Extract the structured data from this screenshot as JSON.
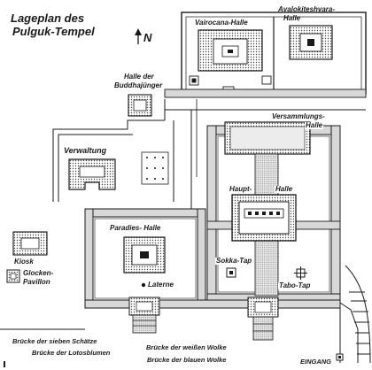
{
  "title": [
    "Lageplan des",
    "Pulguk-Tempel"
  ],
  "north": "N",
  "labels": {
    "vairocana": "Vairocana-Halle",
    "avalokiteshvara": [
      "Avalokiteshvara-",
      "Halle"
    ],
    "buddhajuenger": [
      "Halle der",
      "Buddhajünger"
    ],
    "versammlung": [
      "Versammlungs-",
      "Halle"
    ],
    "verwaltung": "Verwaltung",
    "haupthalle": [
      "Haupt-",
      "Halle"
    ],
    "paradies": "Paradies- Halle",
    "kiosk": "Kiosk",
    "glocken": [
      "Glocken-",
      "Pavillon"
    ],
    "laterne": "Laterne",
    "sokka": "Sokka-Tap",
    "tabo": "Tabo-Tap",
    "schaetze": "Brücke der sieben Schätze",
    "lotus": "Brücke der Lotosblumen",
    "weisse": "Brücke der weißen Wolke",
    "blaue": "Brücke der blauen Wolke",
    "eingang": "EINGANG"
  },
  "colors": {
    "ink": "#1a1a1a",
    "wall_fill": "#d8d8d8",
    "hall_fill": "#ececec",
    "paper": "#ffffff"
  }
}
